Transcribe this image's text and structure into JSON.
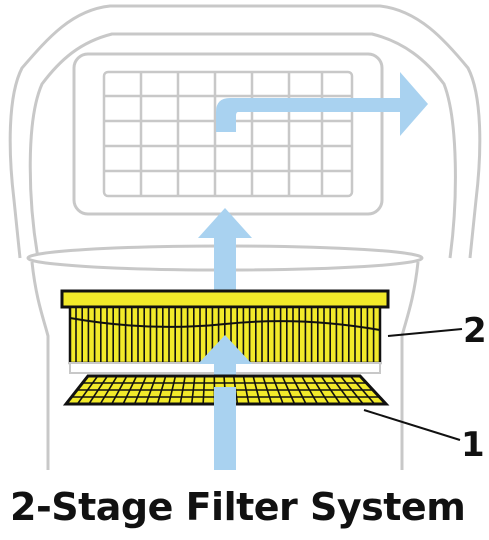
{
  "title": "2-Stage Filter System",
  "callouts": [
    {
      "number": "2",
      "part": "pleated-cartridge-filter"
    },
    {
      "number": "1",
      "part": "flat-pre-filter"
    }
  ],
  "colors": {
    "outline": "#c8c8c8",
    "filter_fill": "#f2ea2a",
    "filter_stroke": "#111111",
    "airflow_arrow": "#a9d2f0",
    "text": "#111111"
  },
  "icons": [
    "airflow-up-arrow",
    "exhaust-arrow"
  ]
}
